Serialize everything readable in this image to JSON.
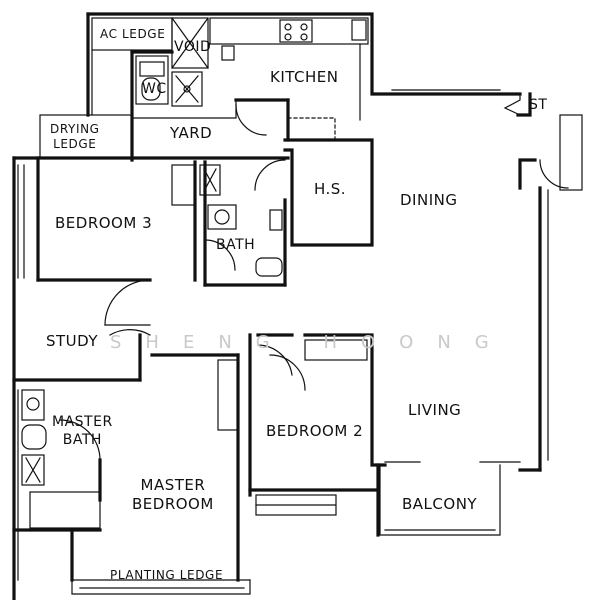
{
  "rooms": {
    "ac_ledge": "AC LEDGE",
    "void": "VOID",
    "wc": "WC",
    "kitchen": "KITCHEN",
    "st": "ST",
    "drying_ledge": "DRYING\nLEDGE",
    "yard": "YARD",
    "hs": "H.S.",
    "dining": "DINING",
    "bedroom3": "BEDROOM 3",
    "bath": "BATH",
    "study": "STUDY",
    "master_bath": "MASTER\nBATH",
    "living": "LIVING",
    "bedroom2": "BEDROOM 2",
    "master_bedroom": "MASTER\nBEDROOM",
    "balcony": "BALCONY",
    "planting_ledge": "PLANTING LEDGE"
  },
  "watermark": "SHENG HOONG"
}
